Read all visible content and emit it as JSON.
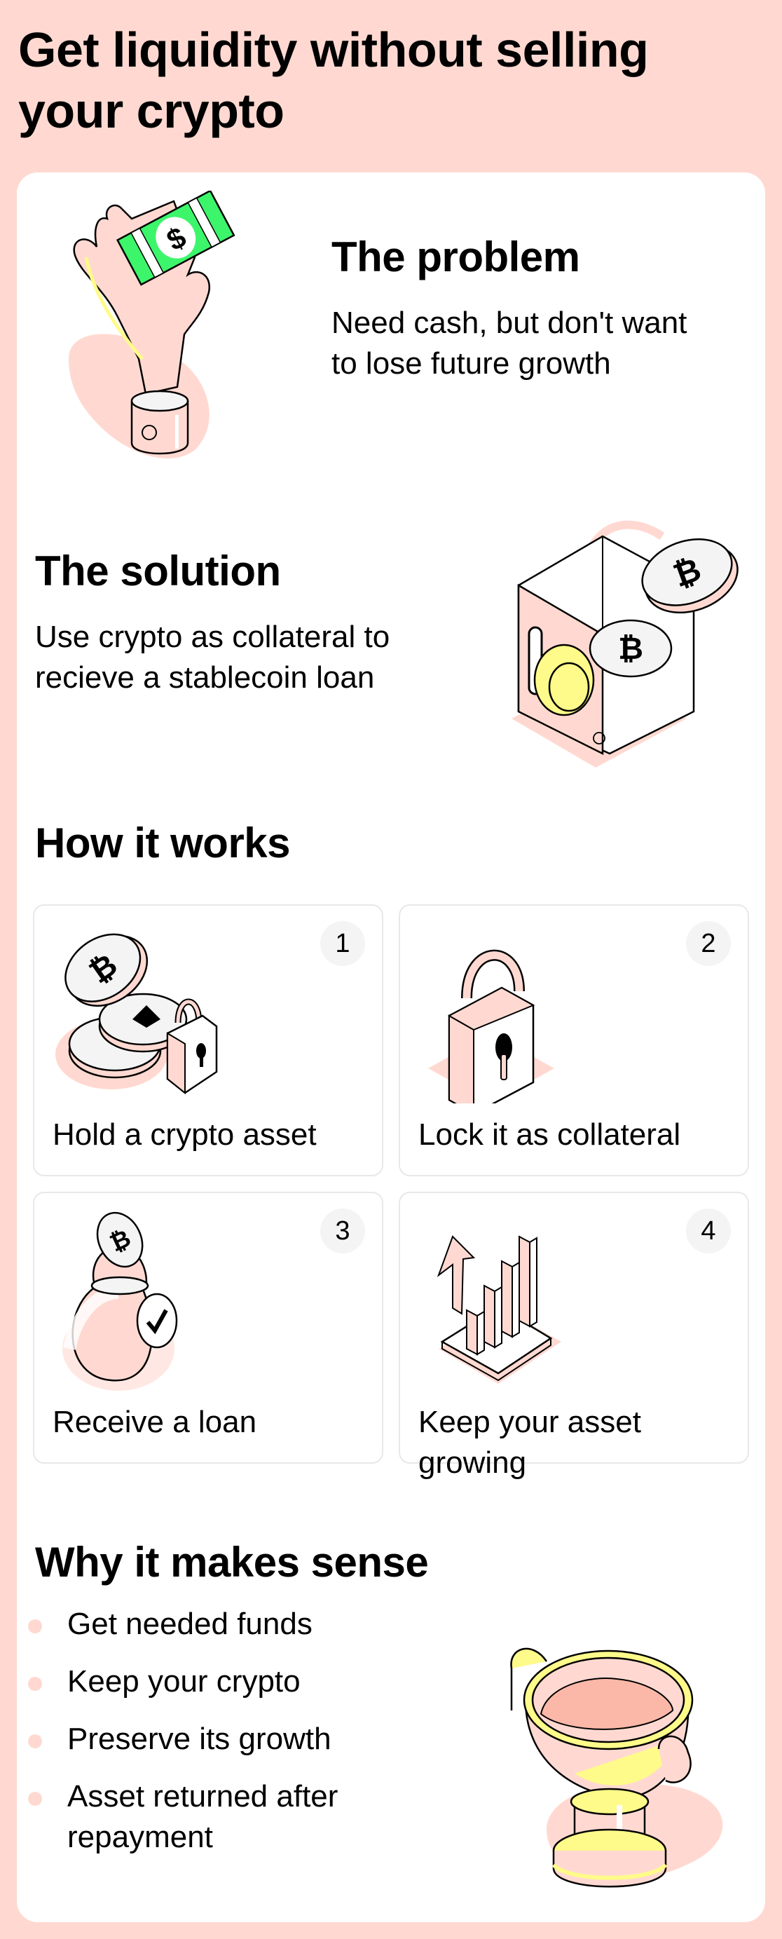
{
  "page": {
    "title": "Get liquidity without selling your crypto",
    "colors": {
      "background": "#ffd9d1",
      "card": "#ffffff",
      "accent_pink": "#ffd9d1",
      "accent_green": "#3cf56b",
      "accent_yellow": "#fefb8a",
      "badge_bg": "#f4f4f4",
      "step_border": "#e8e8e8"
    }
  },
  "problem": {
    "heading": "The problem",
    "text": "Need cash, but don't want to lose future growth",
    "icon": "hand-holding-cash-icon"
  },
  "solution": {
    "heading": "The solution",
    "text": "Use crypto as collateral to recieve a stablecoin loan",
    "icon": "safe-with-bitcoin-icon"
  },
  "how_it_works": {
    "heading": "How it works",
    "steps": [
      {
        "number": "1",
        "label": "Hold a crypto asset",
        "icon": "coins-and-padlock-icon"
      },
      {
        "number": "2",
        "label": "Lock it as collateral",
        "icon": "padlock-icon"
      },
      {
        "number": "3",
        "label": "Receive a loan",
        "icon": "money-bag-with-check-icon"
      },
      {
        "number": "4",
        "label": "Keep your asset growing",
        "icon": "growth-chart-icon"
      }
    ]
  },
  "why": {
    "heading": "Why it makes sense",
    "bullets": [
      "Get needed funds",
      "Keep your crypto",
      "Preserve its growth",
      "Asset returned after repayment"
    ],
    "icon": "trophy-icon"
  }
}
